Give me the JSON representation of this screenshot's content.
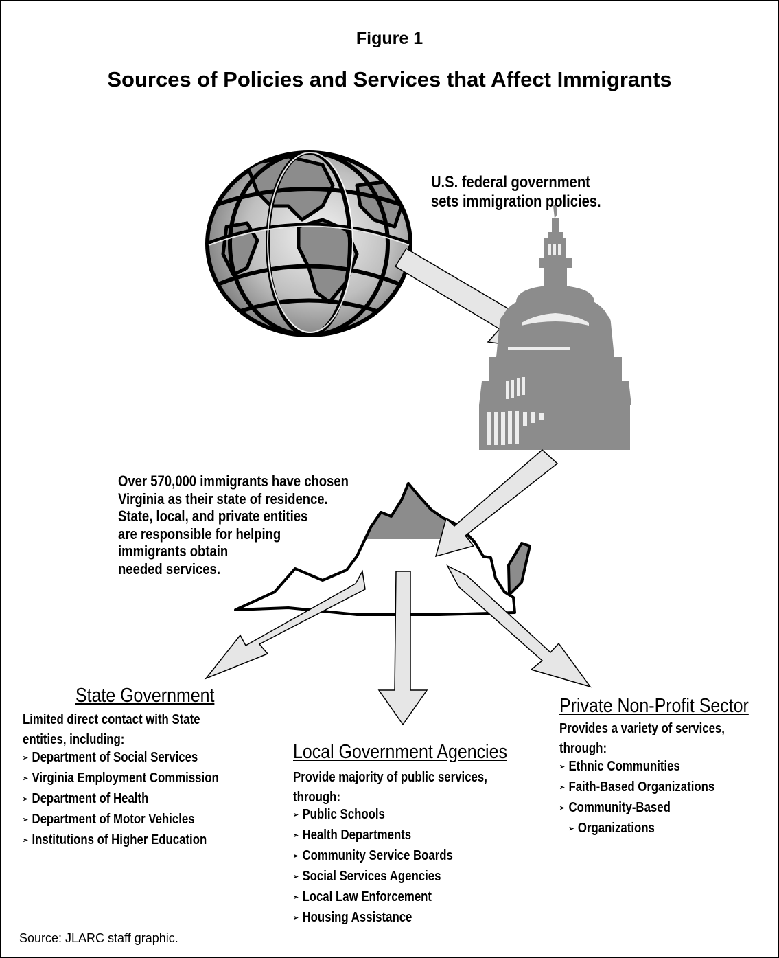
{
  "figure_label": "Figure 1",
  "title": "Sources of Policies and Services that Affect Immigrants",
  "federal_text": [
    "U.S. federal government",
    "sets immigration policies."
  ],
  "virginia_text": [
    "Over 570,000 immigrants have chosen",
    "Virginia as their state of residence.",
    "State, local, and private entities",
    "are responsible for helping",
    "immigrants obtain",
    "needed services."
  ],
  "state": {
    "title": "State Government",
    "description": [
      "Limited direct contact with State",
      "entities, including:"
    ],
    "items": [
      "Department of Social Services",
      "Virginia Employment Commission",
      "Department of Health",
      "Department of Motor Vehicles",
      "Institutions of Higher Education"
    ]
  },
  "local": {
    "title": "Local Government Agencies",
    "description": [
      "Provide majority of public services,",
      "through:"
    ],
    "items": [
      "Public Schools",
      "Health Departments",
      "Community Service Boards",
      "Social Services Agencies",
      "Local Law Enforcement",
      "Housing Assistance"
    ]
  },
  "private": {
    "title": "Private Non-Profit Sector",
    "description": [
      "Provides a variety of services,",
      "through:"
    ],
    "items": [
      "Ethnic Communities",
      "Faith-Based Organizations",
      "Community-Based",
      "Organizations"
    ]
  },
  "source": "Source:  JLARC staff graphic.",
  "colors": {
    "dark_gray": "#8c8c8c",
    "light_gray": "#e6e6e6",
    "line": "#000000"
  },
  "icons": [
    "globe-icon",
    "capitol-dome-icon",
    "virginia-map-icon"
  ]
}
